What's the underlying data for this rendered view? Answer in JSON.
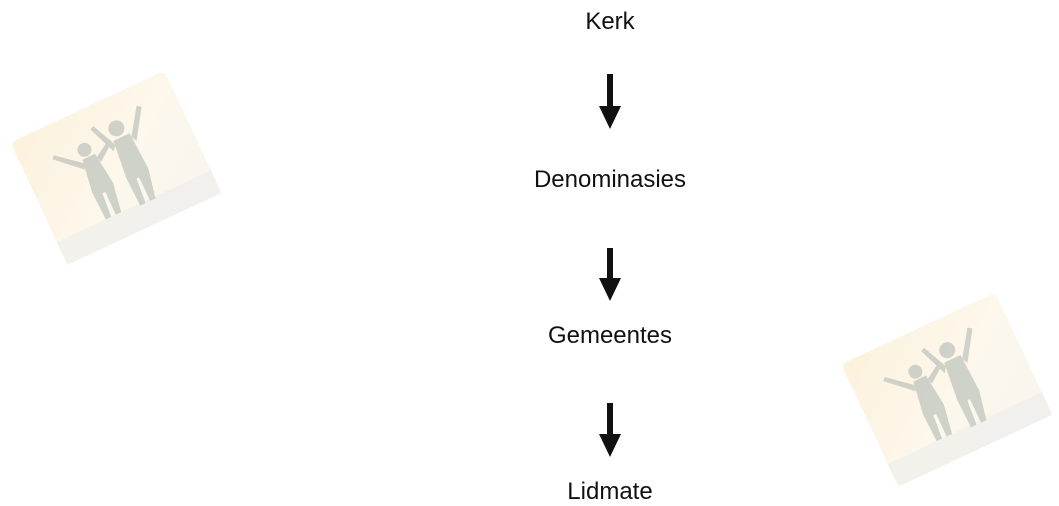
{
  "diagram": {
    "nodes": [
      {
        "id": "kerk",
        "label": "Kerk"
      },
      {
        "id": "denominasies",
        "label": "Denominasies"
      },
      {
        "id": "gemeentes",
        "label": "Gemeentes"
      },
      {
        "id": "lidmate",
        "label": "Lidmate"
      }
    ],
    "edges": [
      {
        "from": "kerk",
        "to": "denominasies"
      },
      {
        "from": "denominasies",
        "to": "gemeentes"
      },
      {
        "from": "gemeentes",
        "to": "lidmate"
      }
    ]
  },
  "decorations": {
    "left_image": "jumping-people-photo",
    "right_image": "jumping-people-photo"
  }
}
